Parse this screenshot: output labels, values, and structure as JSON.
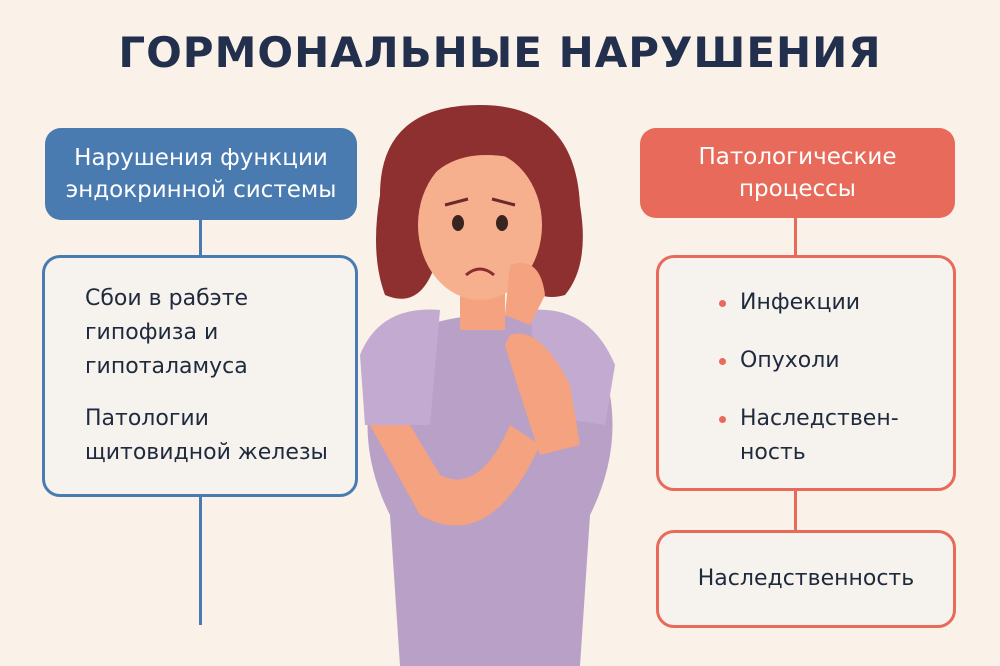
{
  "title": "ГОРМОНАЛЬНЫЕ НАРУШЕНИЯ",
  "left": {
    "header_lines": [
      "Нарушения функции",
      "эндокринной системы"
    ],
    "items": [
      {
        "lines": [
          "Сбои в рабэте",
          "гипофиза и",
          "гипоталамуса"
        ]
      },
      {
        "lines": [
          "Патологии",
          "щитовидной железы"
        ]
      }
    ]
  },
  "right": {
    "header_lines": [
      "Патологические",
      "процессы"
    ],
    "bullets": [
      {
        "lines": [
          "Инфекции"
        ]
      },
      {
        "lines": [
          "Опухоли"
        ]
      },
      {
        "lines": [
          "Наследствен-",
          "ность"
        ]
      }
    ],
    "bottom": "Наследственность"
  },
  "colors": {
    "blue": "#4a7bb0",
    "red": "#e76a5a",
    "background": "#faf1e8"
  }
}
